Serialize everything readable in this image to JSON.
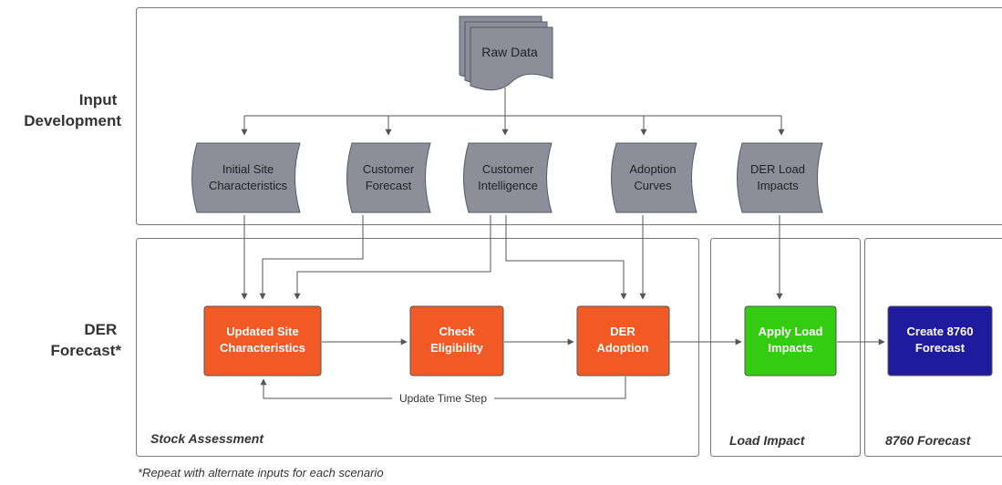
{
  "rows": {
    "input_title": [
      "Input",
      "Development"
    ],
    "forecast_title": [
      "DER",
      "Forecast*"
    ]
  },
  "raw_data": "Raw Data",
  "data_stores": {
    "initial_site": [
      "Initial Site",
      "Characteristics"
    ],
    "customer_forecast": [
      "Customer",
      "Forecast"
    ],
    "customer_intelligence": [
      "Customer",
      "Intelligence"
    ],
    "adoption_curves": [
      "Adoption",
      "Curves"
    ],
    "der_load_impacts": [
      "DER Load",
      "Impacts"
    ]
  },
  "process_boxes": {
    "updated_site": [
      "Updated Site",
      "Characteristics"
    ],
    "check_eligibility": [
      "Check",
      "Eligibility"
    ],
    "der_adoption": [
      "DER",
      "Adoption"
    ],
    "apply_load": [
      "Apply Load",
      "Impacts"
    ],
    "create_8760": [
      "Create 8760",
      "Forecast"
    ]
  },
  "loop_label": "Update Time Step",
  "sections": {
    "stock": "Stock Assessment",
    "load": "Load Impact",
    "forecast": "8760 Forecast"
  },
  "footnote": "*Repeat with alternate inputs for each scenario",
  "colors": {
    "process_orange": "#f15a24",
    "apply_green": "#33cc11",
    "create_blue": "#1f1a9e",
    "data_gray": "#8c8f99"
  }
}
